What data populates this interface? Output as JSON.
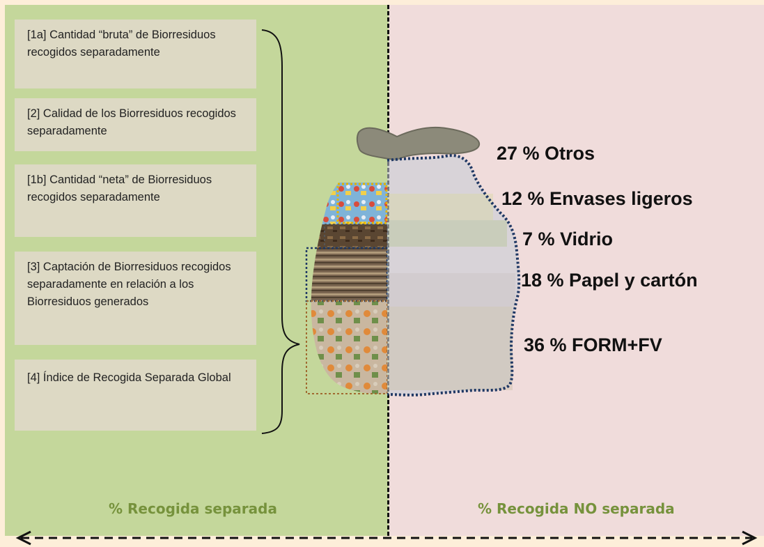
{
  "boxes": [
    {
      "id": "1a",
      "text": "[1a] Cantidad “bruta” de Biorresiduos recogidos separadamente"
    },
    {
      "id": "2",
      "text": "[2] Calidad de los Biorresiduos recogidos separadamente"
    },
    {
      "id": "1b",
      "text": "[1b] Cantidad “neta” de Biorresiduos recogidos separadamente"
    },
    {
      "id": "3",
      "text": "[3] Captación de Biorresiduos recogidos separadamente en relación a los Biorresiduos generados"
    },
    {
      "id": "4",
      "text": "[4] Índice de Recogida Separada Global"
    }
  ],
  "fractions": [
    {
      "label": "27 % Otros"
    },
    {
      "label": "12 % Envases ligeros"
    },
    {
      "label": "7 % Vidrio"
    },
    {
      "label": "18 % Papel  y cartón"
    },
    {
      "label": "36 % FORM+FV"
    }
  ],
  "captions": {
    "left": "% Recogida separada",
    "right": "% Recogida NO separada"
  },
  "colors": {
    "separated_panel": "#c4d79b",
    "non_separated_panel": "#f0dcdb",
    "caption_text": "#76923c",
    "box_fill": "#ddd9c4",
    "bag_outline": "#1f3864"
  }
}
